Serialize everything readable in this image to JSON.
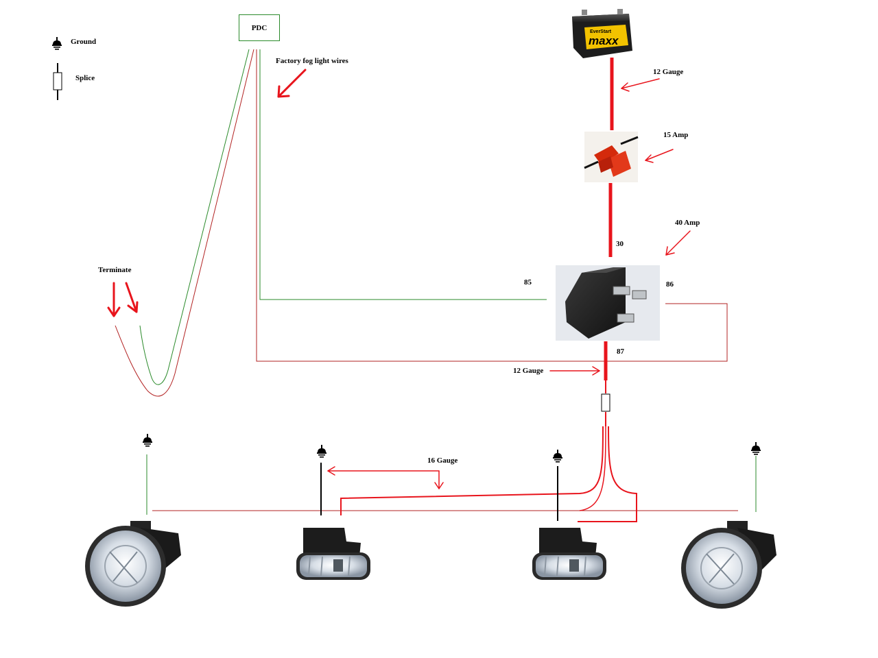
{
  "legend": {
    "ground_label": "Ground",
    "splice_label": "Splice"
  },
  "pdc": {
    "label": "PDC"
  },
  "labels": {
    "factory_fog": "Factory fog light wires",
    "terminate": "Terminate",
    "battery_gauge": "12 Gauge",
    "fuse": "15 Amp",
    "relay_rating": "40 Amp",
    "relay_output_gauge": "12 Gauge",
    "lamp_gauge": "16 Gauge"
  },
  "battery": {
    "brand": "EverStart",
    "model": "maxx"
  },
  "relay_pins": {
    "p30": "30",
    "p85": "85",
    "p86": "86",
    "p87": "87"
  },
  "colors": {
    "green_wire": "#2a8a2a",
    "thin_red_wire": "#b22222",
    "power_wire": "#e8141c",
    "arrow": "#e8141c",
    "ground_wire": "#000000"
  },
  "icons": [
    "ground-icon",
    "splice-icon",
    "battery-icon",
    "fuse-icon",
    "relay-icon",
    "fog-lamp-icon",
    "arrow-icon"
  ]
}
